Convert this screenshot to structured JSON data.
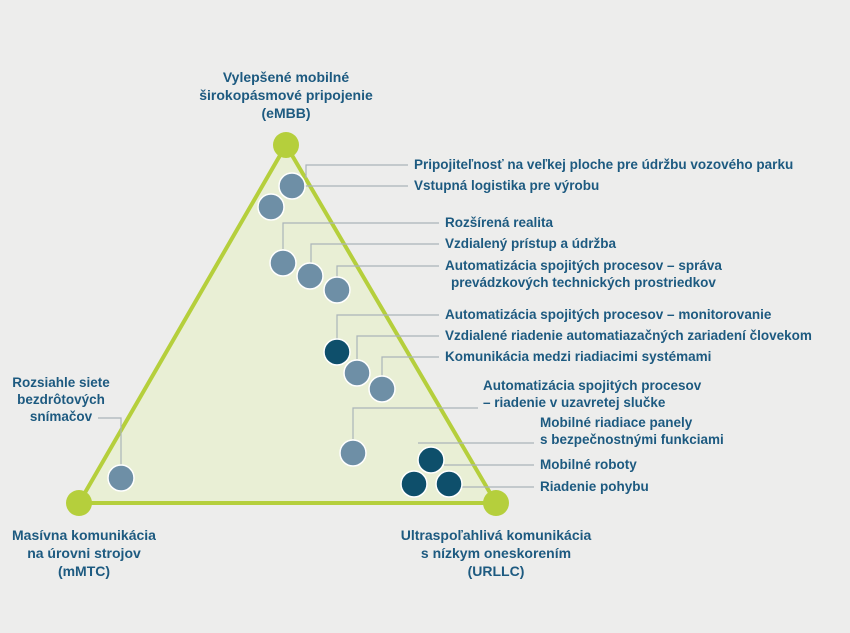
{
  "colors": {
    "background": "#ededec",
    "triangle_fill": "#e9efd5",
    "triangle_stroke": "#b5cf3c",
    "vertex_dot": "#b5cf3c",
    "dot_light": "#6e8fa6",
    "dot_dark": "#0e4f6b",
    "leader_line": "#aab4b9",
    "text": "#1d5a80"
  },
  "vertices": {
    "top": {
      "line1": "Vylepšené mobilné",
      "line2": "širokopásmové pripojenie",
      "line3": "(eMBB)"
    },
    "left": {
      "line1": "Masívna komunikácia",
      "line2": "na úrovni strojov",
      "line3": "(mMTC)"
    },
    "right": {
      "line1": "Ultraspoľahlivá komunikácia",
      "line2": "s nízkym oneskorením",
      "line3": "(URLLC)"
    }
  },
  "use_cases": {
    "fleet": "Pripojiteľnosť na veľkej ploche pre údržbu vozového parku",
    "inbound_logistics": "Vstupná logistika pre výrobu",
    "augmented_reality": "Rozšírená realita",
    "remote_access": "Vzdialený prístup a údržba",
    "process_asset_line1": "Automatizácia spojitých procesov – správa",
    "process_asset_line2": "prevádzkových technických prostriedkov",
    "process_monitoring": "Automatizácia spojitých procesov – monitorovanie",
    "remote_control": "Vzdialené riadenie automatiazačných zariadení človekom",
    "inter_control": "Komunikácia medzi riadiacimi systémami",
    "closed_loop_line1": "Automatizácia spojitých procesov",
    "closed_loop_line2": "– riadenie v uzavretej slučke",
    "safety_panels_line1": "Mobilné riadiace panely",
    "safety_panels_line2": "s bezpečnostnými funkciami",
    "mobile_robots": "Mobilné roboty",
    "motion_control": "Riadenie pohybu",
    "sensor_networks_line1": "Rozsiahle siete",
    "sensor_networks_line2": "bezdrôtových",
    "sensor_networks_line3": "snímačov"
  }
}
